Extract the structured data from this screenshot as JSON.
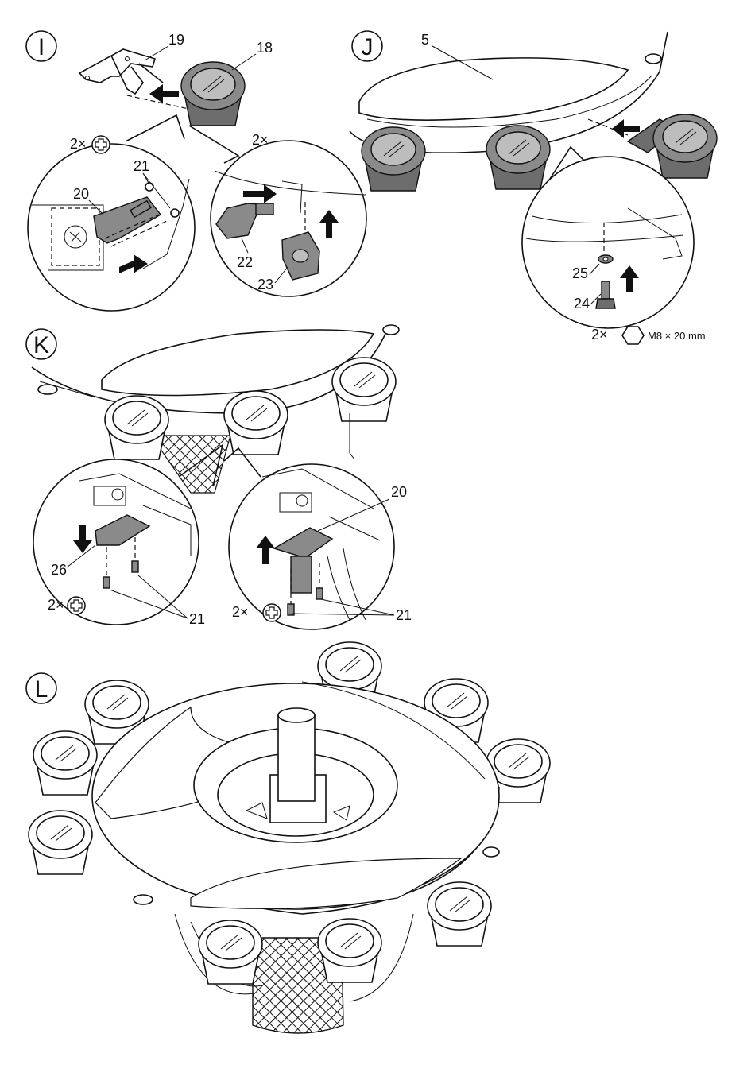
{
  "steps": [
    {
      "id": "I",
      "labels": [
        "19",
        "18",
        "20",
        "21",
        "22",
        "23"
      ],
      "qty": [
        "2×",
        "2×"
      ]
    },
    {
      "id": "J",
      "labels": [
        "5",
        "25",
        "24"
      ],
      "qty": [
        "2×"
      ],
      "spec": "M8 × 20 mm"
    },
    {
      "id": "K",
      "labels": [
        "20",
        "26",
        "21",
        "21"
      ],
      "qty": [
        "2×",
        "2×"
      ]
    },
    {
      "id": "L"
    }
  ]
}
